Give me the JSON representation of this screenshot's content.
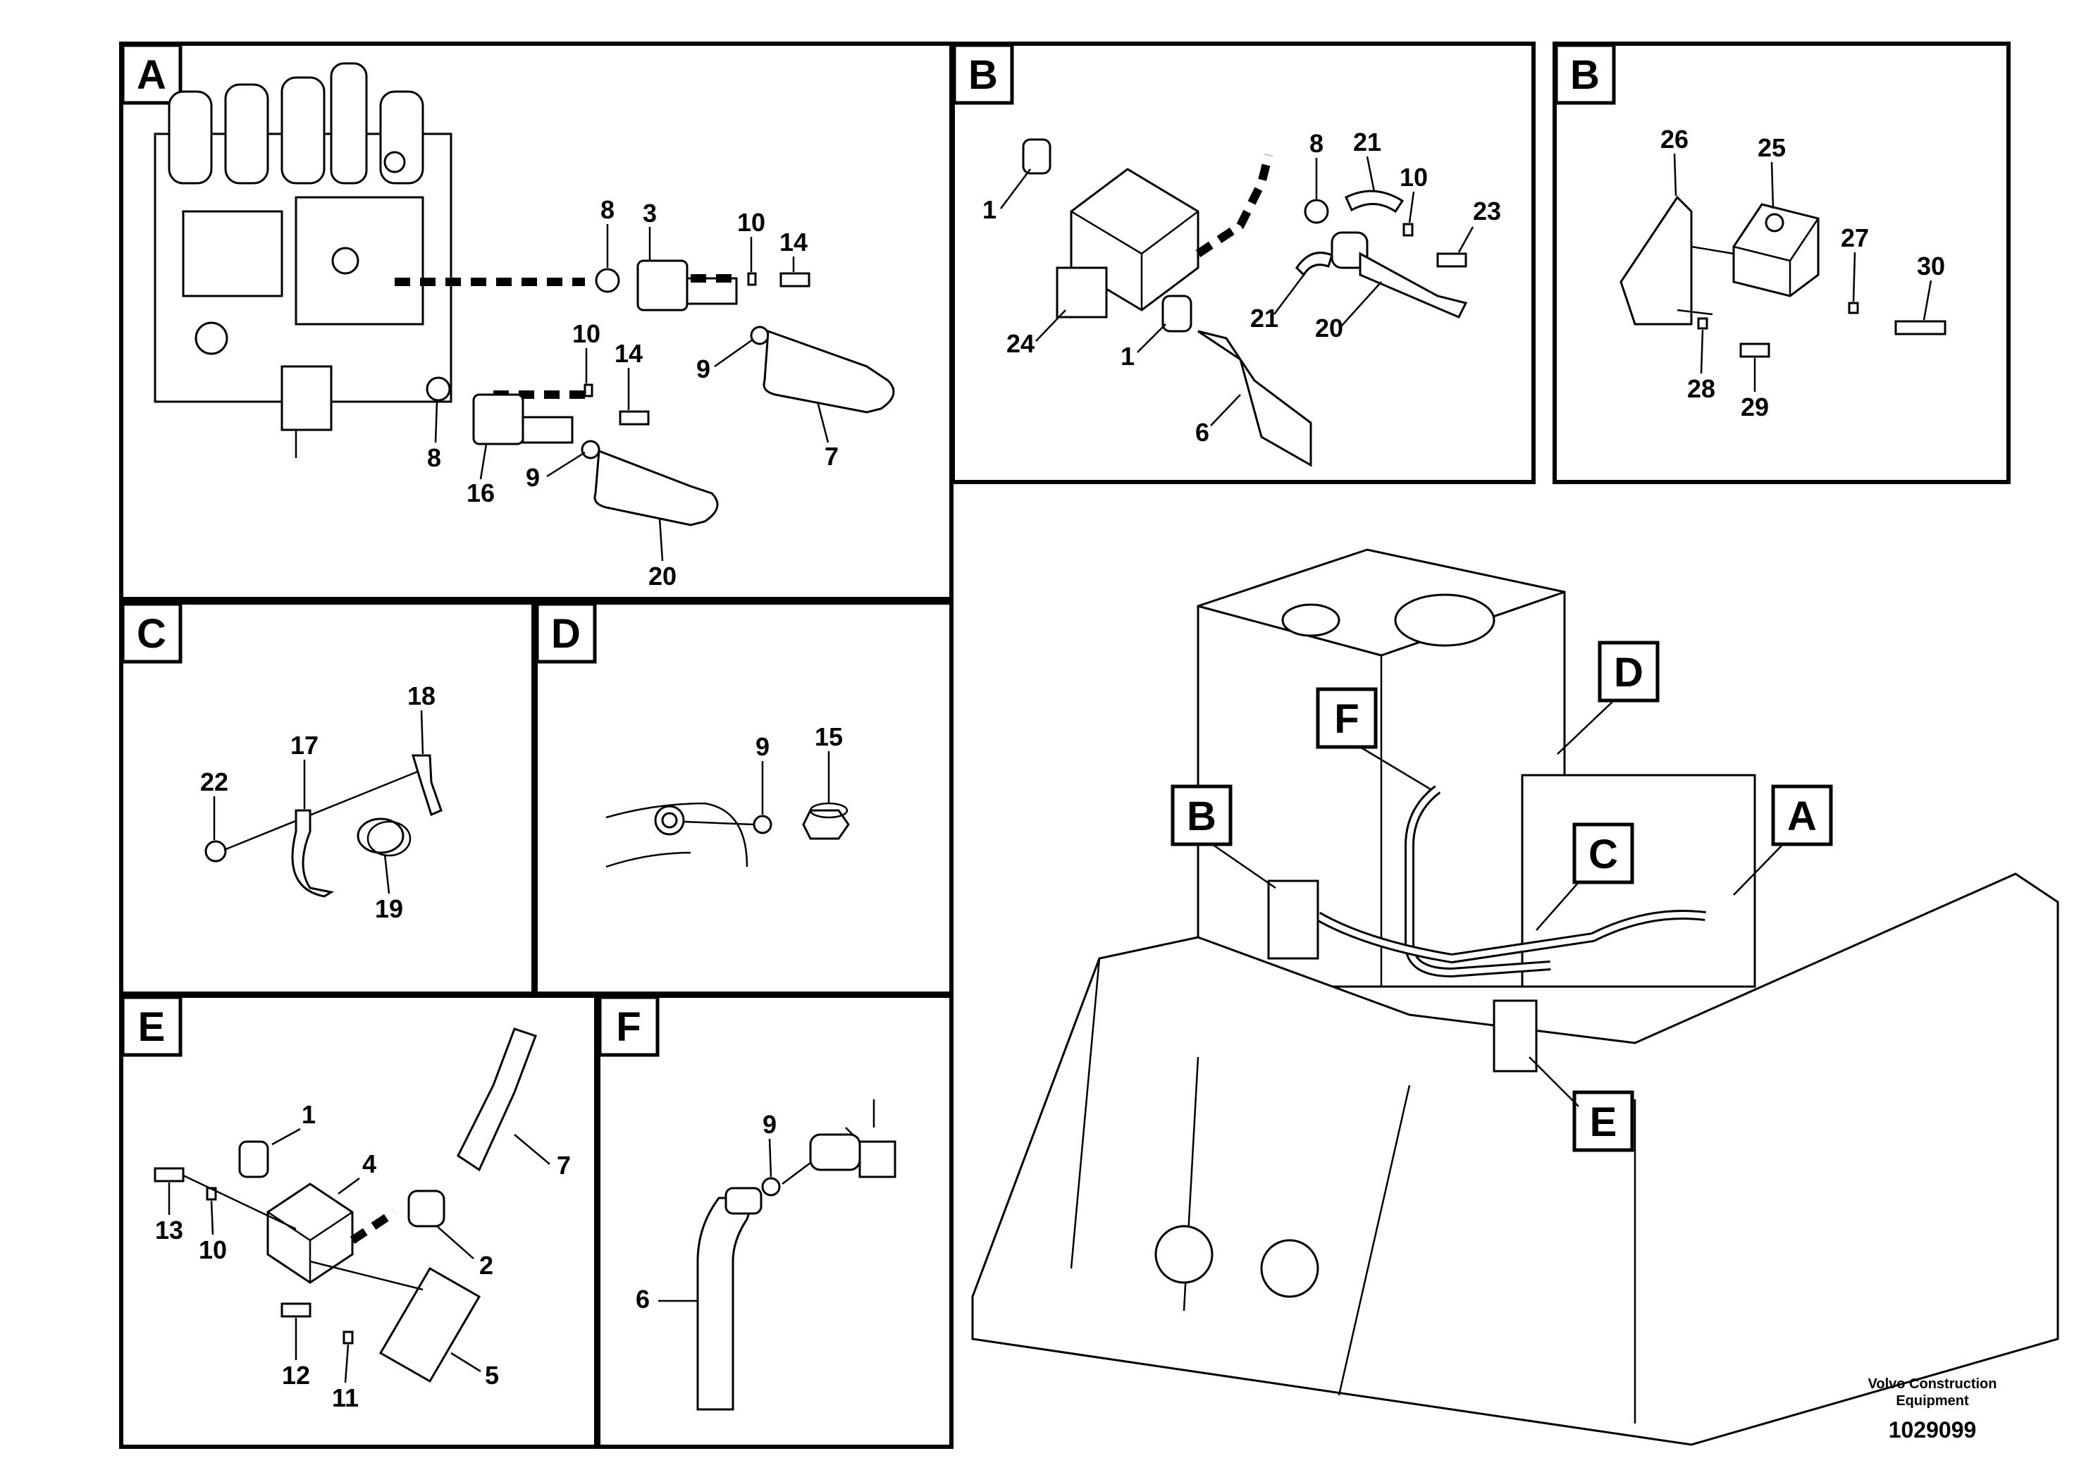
{
  "document_id": "1029099",
  "credit": {
    "line1": "Volvo Construction",
    "line2": "Equipment"
  },
  "panels": {
    "A": {
      "tag": "A",
      "callouts": [
        "8",
        "3",
        "10",
        "14",
        "10",
        "14",
        "9",
        "7",
        "8",
        "16",
        "9",
        "20"
      ]
    },
    "B1": {
      "tag": "B",
      "callouts": [
        "1",
        "8",
        "21",
        "10",
        "23",
        "24",
        "1",
        "21",
        "20",
        "6"
      ]
    },
    "B2": {
      "tag": "B",
      "callouts": [
        "26",
        "25",
        "27",
        "30",
        "28",
        "29"
      ]
    },
    "C": {
      "tag": "C",
      "callouts": [
        "18",
        "17",
        "22",
        "19"
      ]
    },
    "D": {
      "tag": "D",
      "callouts": [
        "9",
        "15"
      ]
    },
    "E": {
      "tag": "E",
      "callouts": [
        "1",
        "4",
        "7",
        "13",
        "10",
        "2",
        "12",
        "11",
        "5"
      ]
    },
    "F": {
      "tag": "F",
      "callouts": [
        "9",
        "6"
      ]
    }
  },
  "overview_tags": [
    "D",
    "F",
    "B",
    "C",
    "A",
    "E"
  ]
}
